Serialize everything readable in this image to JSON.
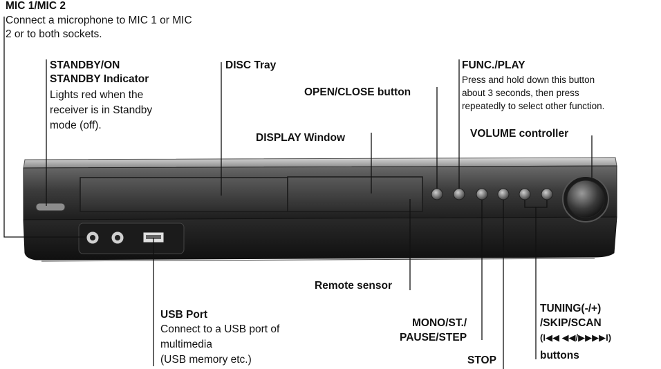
{
  "labels": {
    "mic": {
      "title": "MIC 1/MIC 2",
      "desc_line1": "Connect a microphone to MIC 1 or MIC",
      "desc_line2": "2 or to both sockets."
    },
    "standby": {
      "title1": "STANDBY/ON",
      "title2": "STANDBY Indicator",
      "desc_line1": "Lights red when the",
      "desc_line2": "receiver is in Standby",
      "desc_line3": "mode (off)."
    },
    "disc_tray": {
      "title": "DISC Tray"
    },
    "open_close": {
      "title": "OPEN/CLOSE button"
    },
    "func_play": {
      "title": "FUNC./PLAY",
      "desc_line1": "Press and hold down this button",
      "desc_line2": "about 3 seconds, then press",
      "desc_line3": "repeatedly to select other function."
    },
    "volume": {
      "title": "VOLUME controller"
    },
    "display_window": {
      "title": "DISPLAY Window"
    },
    "remote_sensor": {
      "title": "Remote sensor"
    },
    "usb": {
      "title": "USB Port",
      "desc_line1": "Connect to a USB port of",
      "desc_line2": "multimedia",
      "desc_line3": "(USB memory etc.)"
    },
    "mono": {
      "title1": "MONO/ST./",
      "title2": "PAUSE/STEP"
    },
    "stop": {
      "title": "STOP"
    },
    "tuning": {
      "title1": "TUNING(-/+)",
      "title2": "/SKIP/SCAN",
      "title3": "(I◀◀ ◀◀/▶▶▶▶I)",
      "title4": "buttons"
    }
  }
}
